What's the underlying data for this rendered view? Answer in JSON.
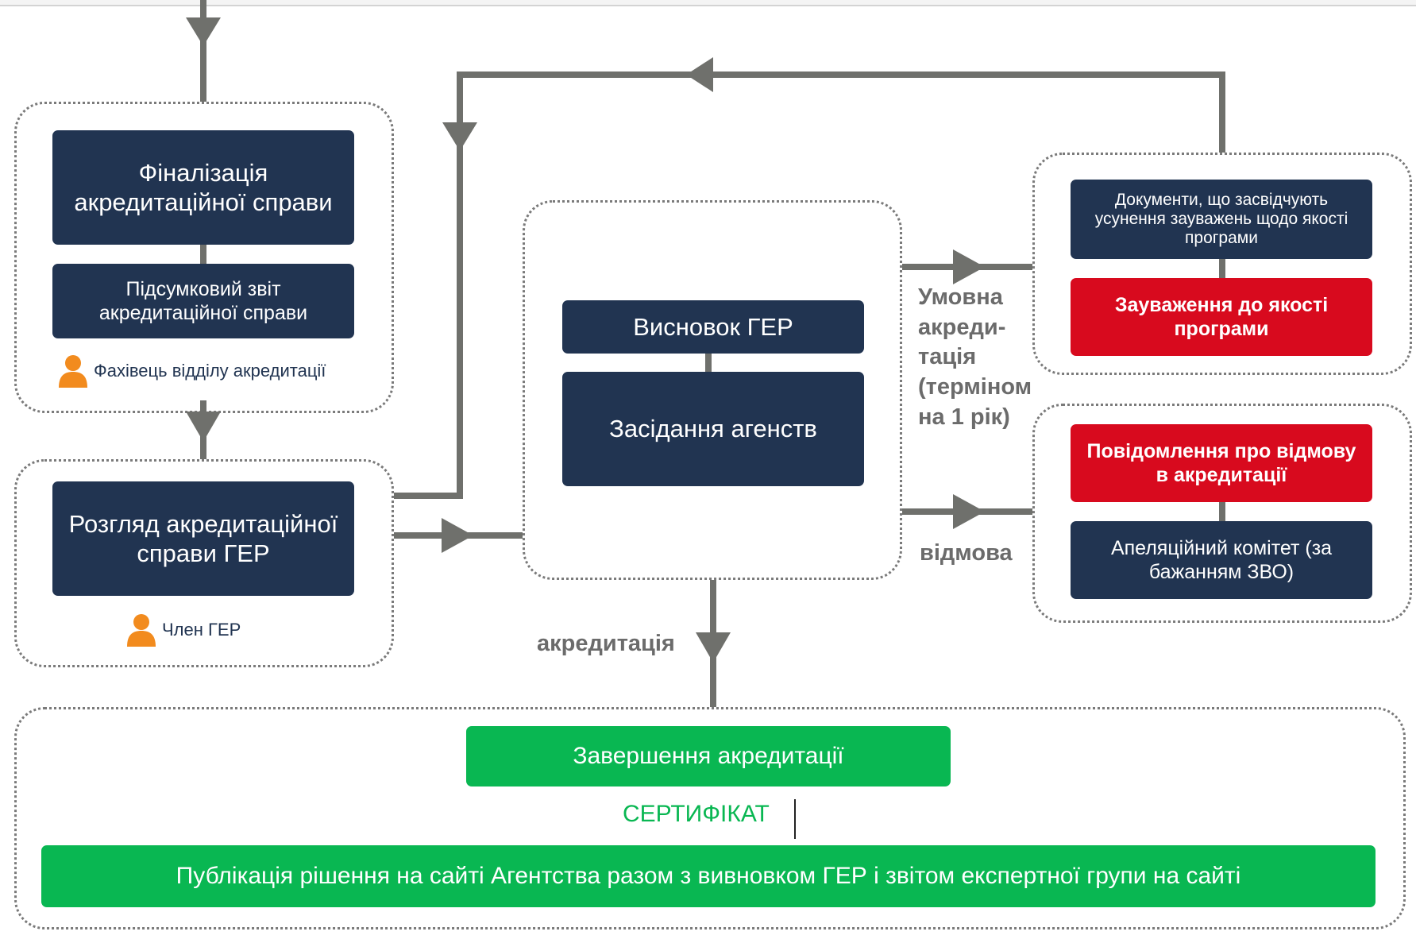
{
  "colors": {
    "navy": "#213451",
    "red": "#d80a1e",
    "green": "#09b752",
    "connector": "#6f706c",
    "person": "#f28b1e"
  },
  "left": {
    "finalization": "Фіналізація акредитаційної справи",
    "final_report": "Підсумковий звіт акредитаційної справи",
    "role_accreditation": "Фахівець відділу акредитації",
    "review": "Розгляд акредитаційної справи ГЕР",
    "role_ger": "Член ГЕР"
  },
  "center": {
    "conclusion": "Висновок ГЕР",
    "meeting": "Засідання агенств"
  },
  "right": {
    "documents": "Документи, що засвідчують усунення зауважень щодо якості програми",
    "remarks": "Зауваження до якості програми",
    "refusal_notice": "Повідомлення про відмову в акредитації",
    "appeal": "Апеляційний комітет (за бажанням ЗВО)"
  },
  "labels": {
    "conditional": "Умовна\nакреди-\nтація\n(терміном\nна 1 рік)",
    "refusal": "відмова",
    "accreditation": "акредитація"
  },
  "bottom": {
    "completion": "Завершення акредитації",
    "certificate": "СЕРТИФІКАТ",
    "publication": "Публікація рішення на сайті  Агентства разом з вивновком ГЕР і звітом експертної групи на сайті"
  }
}
